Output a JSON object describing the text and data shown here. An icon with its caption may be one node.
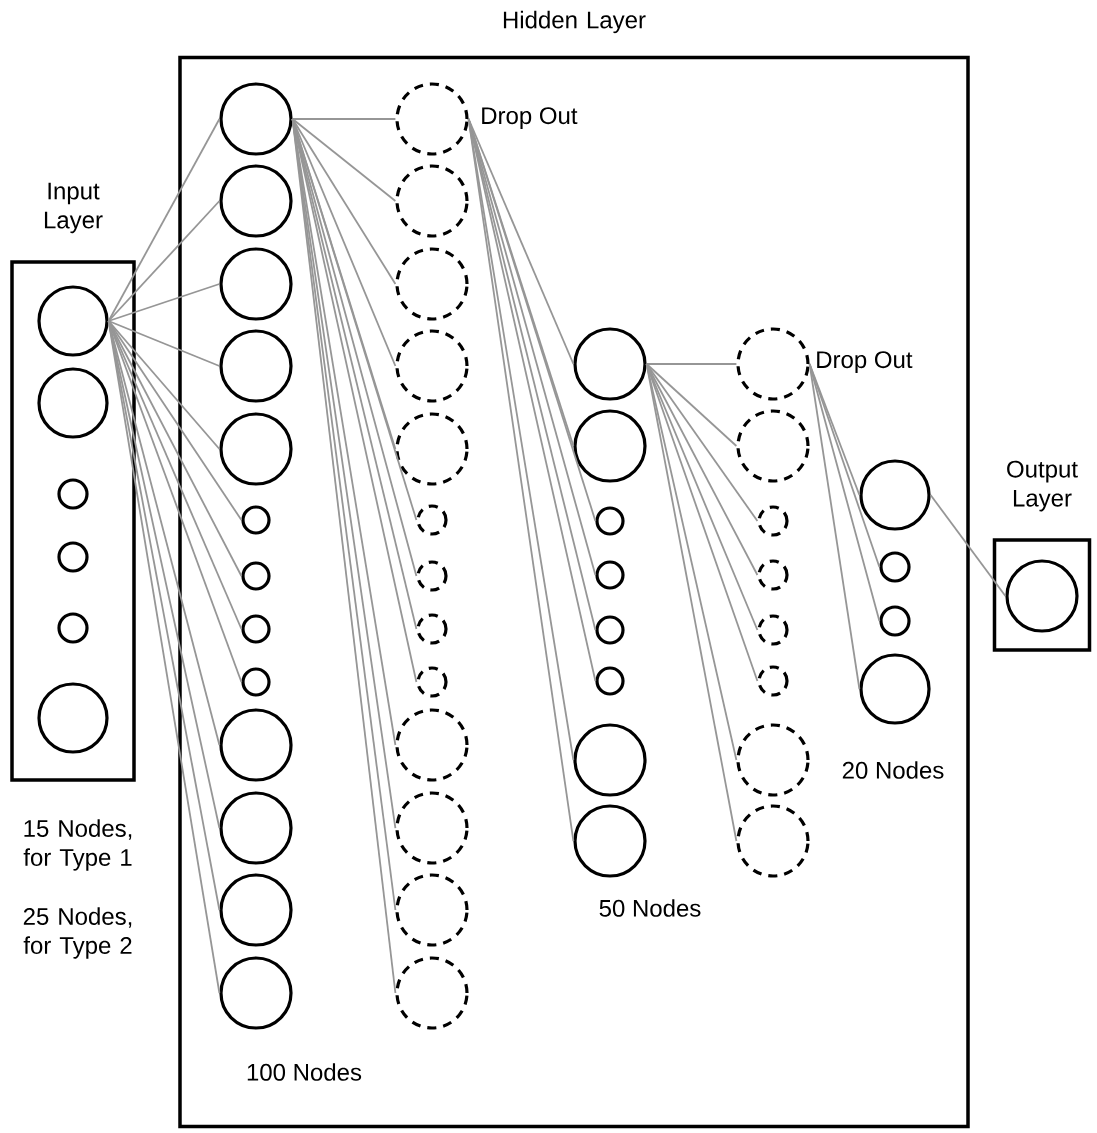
{
  "diagram": {
    "nodes": [
      {
        "text": [
          "Input Layer"
        ],
        "beside": [
          "15 Nodes, for Type 1",
          "25 Nodes, for Type 2"
        ]
      },
      {
        "text": [],
        "shape": "circle",
        "in": 0
      },
      {
        "text": [],
        "shape": "circle",
        "in": 0
      },
      {
        "text": [],
        "shape": "circle",
        "in": 0
      },
      {
        "text": [],
        "shape": "circle",
        "in": 0
      },
      {
        "text": [],
        "shape": "circle",
        "in": 0
      },
      {
        "text": [],
        "shape": "circle",
        "in": 0
      },
      {
        "text": [
          "Hidden Layer"
        ]
      },
      {
        "text": [],
        "shape": "circle",
        "in": 7
      },
      {
        "text": [],
        "shape": "circle",
        "in": 7
      },
      {
        "text": [],
        "shape": "circle",
        "in": 7
      },
      {
        "text": [],
        "shape": "circle",
        "in": 7
      },
      {
        "text": [],
        "shape": "circle",
        "in": 7
      },
      {
        "text": [],
        "shape": "circle",
        "in": 7
      },
      {
        "text": [],
        "shape": "circle",
        "in": 7
      },
      {
        "text": [],
        "shape": "circle",
        "in": 7
      },
      {
        "text": [],
        "shape": "circle",
        "in": 7
      },
      {
        "text": [],
        "shape": "circle",
        "in": 7
      },
      {
        "text": [],
        "shape": "circle",
        "in": 7
      },
      {
        "text": [],
        "shape": "circle",
        "in": 7
      },
      {
        "text": [],
        "shape": "circle",
        "in": 7
      },
      {
        "text": [],
        "shape": "circle",
        "in": 7
      },
      {
        "text": [],
        "shape": "circle",
        "in": 7
      },
      {
        "text": [],
        "shape": "circle",
        "in": 7
      },
      {
        "text": [],
        "shape": "circle",
        "in": 7
      },
      {
        "text": [],
        "shape": "circle",
        "in": 7
      },
      {
        "text": [],
        "shape": "circle",
        "in": 7
      },
      {
        "text": [],
        "shape": "circle",
        "in": 7
      },
      {
        "text": [],
        "shape": "circle",
        "in": 7
      },
      {
        "text": [],
        "shape": "circle",
        "in": 7
      },
      {
        "text": [],
        "shape": "circle",
        "in": 7
      },
      {
        "text": [],
        "shape": "circle",
        "in": 7
      },
      {
        "text": [],
        "shape": "circle",
        "in": 7
      },
      {
        "text": [],
        "shape": "circle",
        "in": 7
      },
      {
        "text": [],
        "shape": "circle",
        "in": 7
      },
      {
        "text": [],
        "shape": "circle",
        "in": 7
      },
      {
        "text": [],
        "shape": "circle",
        "in": 7
      },
      {
        "text": [],
        "shape": "circle",
        "in": 7
      },
      {
        "text": [],
        "shape": "circle",
        "in": 7
      },
      {
        "text": [],
        "shape": "circle",
        "in": 7
      },
      {
        "text": [],
        "shape": "circle",
        "in": 7
      },
      {
        "text": [],
        "shape": "circle",
        "in": 7
      },
      {
        "text": [],
        "shape": "circle",
        "in": 7
      },
      {
        "text": [],
        "shape": "circle",
        "in": 7
      },
      {
        "text": [],
        "shape": "circle",
        "in": 7
      },
      {
        "text": [],
        "shape": "circle",
        "in": 7
      },
      {
        "text": [],
        "shape": "circle",
        "in": 7
      },
      {
        "text": [],
        "shape": "circle",
        "in": 7
      },
      {
        "text": [],
        "shape": "circle",
        "in": 7
      },
      {
        "text": [],
        "shape": "circle",
        "in": 7
      },
      {
        "text": [],
        "shape": "circle",
        "in": 7
      },
      {
        "text": [],
        "shape": "circle",
        "in": 7
      },
      {
        "text": [],
        "shape": "circle",
        "in": 7
      },
      {
        "text": [],
        "shape": "circle",
        "in": 7
      },
      {
        "text": [
          "Output Layer"
        ]
      },
      {
        "text": [],
        "shape": "circle",
        "in": 54
      }
    ],
    "edges": [
      {
        "from": 1,
        "to": 8,
        "arrow": "none"
      },
      {
        "from": 1,
        "to": 9,
        "arrow": "none"
      },
      {
        "from": 1,
        "to": 10,
        "arrow": "none"
      },
      {
        "from": 1,
        "to": 11,
        "arrow": "none"
      },
      {
        "from": 1,
        "to": 12,
        "arrow": "none"
      },
      {
        "from": 1,
        "to": 13,
        "arrow": "none"
      },
      {
        "from": 1,
        "to": 14,
        "arrow": "none"
      },
      {
        "from": 1,
        "to": 15,
        "arrow": "none"
      },
      {
        "from": 1,
        "to": 16,
        "arrow": "none"
      },
      {
        "from": 1,
        "to": 17,
        "arrow": "none"
      },
      {
        "from": 1,
        "to": 18,
        "arrow": "none"
      },
      {
        "from": 1,
        "to": 19,
        "arrow": "none"
      },
      {
        "from": 1,
        "to": 20,
        "arrow": "none"
      },
      {
        "from": 8,
        "to": 21,
        "arrow": "none"
      },
      {
        "from": 8,
        "to": 22,
        "arrow": "none"
      },
      {
        "from": 8,
        "to": 23,
        "arrow": "none"
      },
      {
        "from": 8,
        "to": 24,
        "arrow": "none"
      },
      {
        "from": 8,
        "to": 25,
        "arrow": "none"
      },
      {
        "from": 8,
        "to": 26,
        "arrow": "none"
      },
      {
        "from": 8,
        "to": 27,
        "arrow": "none"
      },
      {
        "from": 8,
        "to": 28,
        "arrow": "none"
      },
      {
        "from": 8,
        "to": 29,
        "arrow": "none"
      },
      {
        "from": 8,
        "to": 30,
        "arrow": "none"
      },
      {
        "from": 8,
        "to": 31,
        "arrow": "none"
      },
      {
        "from": 8,
        "to": 32,
        "arrow": "none"
      },
      {
        "from": 8,
        "to": 33,
        "arrow": "none"
      },
      {
        "from": 21,
        "to": 34,
        "arrow": "none"
      },
      {
        "from": 21,
        "to": 35,
        "arrow": "none"
      },
      {
        "from": 21,
        "to": 36,
        "arrow": "none"
      },
      {
        "from": 21,
        "to": 37,
        "arrow": "none"
      },
      {
        "from": 21,
        "to": 38,
        "arrow": "none"
      },
      {
        "from": 21,
        "to": 39,
        "arrow": "none"
      },
      {
        "from": 21,
        "to": 40,
        "arrow": "none"
      },
      {
        "from": 21,
        "to": 41,
        "arrow": "none"
      },
      {
        "from": 34,
        "to": 42,
        "arrow": "none"
      },
      {
        "from": 34,
        "to": 43,
        "arrow": "none"
      },
      {
        "from": 34,
        "to": 44,
        "arrow": "none"
      },
      {
        "from": 34,
        "to": 45,
        "arrow": "none"
      },
      {
        "from": 34,
        "to": 46,
        "arrow": "none"
      },
      {
        "from": 34,
        "to": 47,
        "arrow": "none"
      },
      {
        "from": 34,
        "to": 48,
        "arrow": "none"
      },
      {
        "from": 34,
        "to": 49,
        "arrow": "none"
      },
      {
        "from": 42,
        "to": 50,
        "arrow": "none"
      },
      {
        "from": 42,
        "to": 51,
        "arrow": "none"
      },
      {
        "from": 42,
        "to": 52,
        "arrow": "none"
      },
      {
        "from": 42,
        "to": 53,
        "arrow": "none"
      },
      {
        "from": 50,
        "to": 55,
        "arrow": "none"
      }
    ],
    "labels": [
      "Drop Out",
      "Drop Out",
      "20 Nodes",
      "50 Nodes",
      "100 Nodes"
    ]
  }
}
